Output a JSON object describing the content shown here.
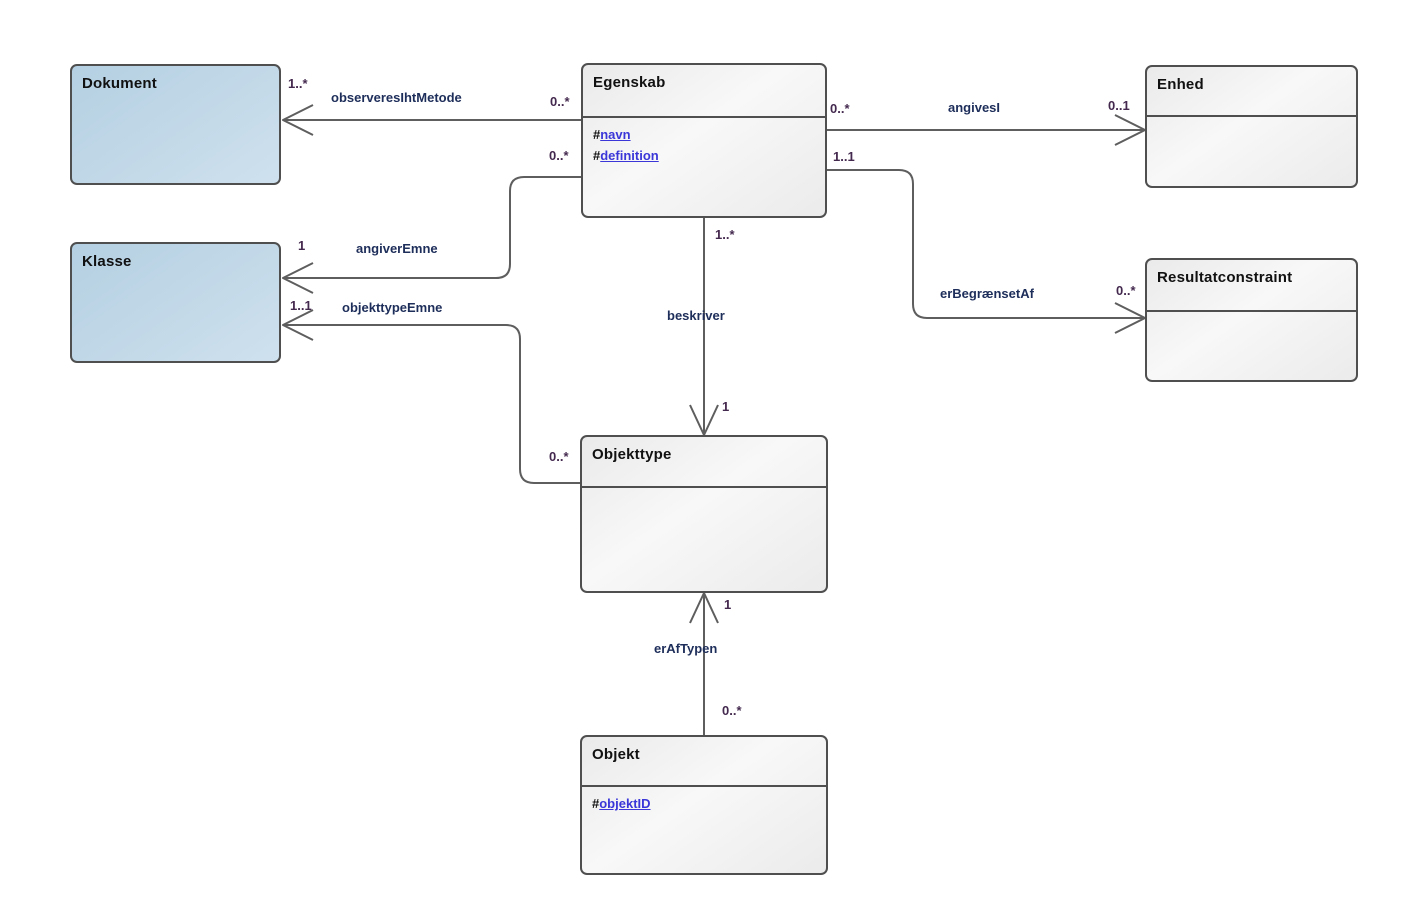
{
  "classes": {
    "dokument": {
      "name": "Dokument"
    },
    "klasse": {
      "name": "Klasse"
    },
    "egenskab": {
      "name": "Egenskab",
      "attributes": [
        {
          "prefix": "#",
          "name": "navn"
        },
        {
          "prefix": "#",
          "name": "definition"
        }
      ]
    },
    "enhed": {
      "name": "Enhed"
    },
    "resultatconstraint": {
      "name": "Resultatconstraint"
    },
    "objekttype": {
      "name": "Objekttype"
    },
    "objekt": {
      "name": "Objekt",
      "attributes": [
        {
          "prefix": "#",
          "name": "objektID"
        }
      ]
    }
  },
  "associations": {
    "observeresIhtMetode": {
      "label": "observeresIhtMetode",
      "dokument_end": "1..*",
      "egenskab_end": "0..*"
    },
    "angivesI": {
      "label": "angivesI",
      "egenskab_end": "0..*",
      "enhed_end": "0..1"
    },
    "erBegraensetAf": {
      "label": "erBegrænsetAf",
      "egenskab_end": "1..1",
      "resultatconstraint_end": "0..*"
    },
    "angiverEmne": {
      "label": "angiverEmne",
      "klasse_end": "1",
      "egenskab_end": "0..*"
    },
    "objekttypeEmne": {
      "label": "objekttypeEmne",
      "klasse_end": "1..1",
      "objekttype_end": "0..*"
    },
    "beskriver": {
      "label": "beskriver",
      "egenskab_end": "1..*",
      "objekttype_end": "1"
    },
    "erAfTypen": {
      "label": "erAfTypen",
      "objekttype_end": "1",
      "objekt_end": "0..*"
    }
  },
  "colors": {
    "class_fill_blue": "#bcd5e6",
    "class_fill_gray": "#f0f0f0",
    "class_border": "#4f4f4f",
    "connector": "#5e5e5e",
    "attribute_link": "#3a36d8",
    "association_label": "#1e2e5a",
    "multiplicity": "#44294e",
    "background": "#ffffff"
  }
}
